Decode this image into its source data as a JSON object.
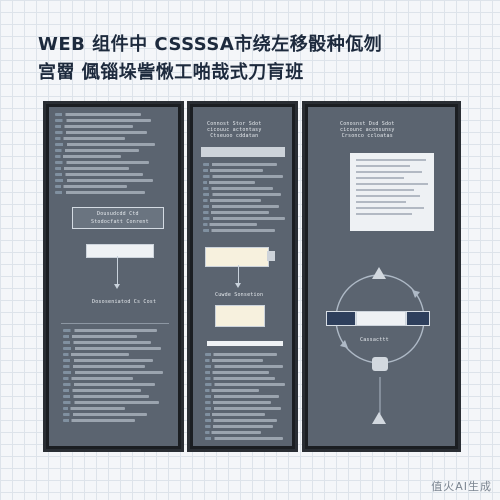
{
  "title": {
    "line1": "WEB 组件中 CSSSSA市绕左移骰种佤刎",
    "line2": "宫罶 偑锱垛訾愀工啪哉式刀肓班"
  },
  "panels": [
    {
      "header": "",
      "box_label": "Dousudcdd Ctd",
      "box_sublabel": "Stodocfatt Conrent",
      "mid_label": "Dososeniatod Cs Cost",
      "code_lines": 14,
      "lower_lines": 16
    },
    {
      "header": "Connost Stor Sdot\ncicouuc actontasy\nCtseuoo cddatan",
      "flow_label": "Cuwde Sonsetion",
      "code_lines": 12,
      "lower_lines": 15
    },
    {
      "header": "Conosnst Dsd Sdot\ncicounc aconsunsy\nCrsonco ccloatas",
      "cycle_label": "Cassacttt",
      "code_lines": 10
    }
  ],
  "watermark": "值火AI生成",
  "colors": {
    "panel_bg": "#5b6470",
    "frame": "#1b1e22",
    "line": "#c9d2dc",
    "accent": "#1d2a3d"
  }
}
